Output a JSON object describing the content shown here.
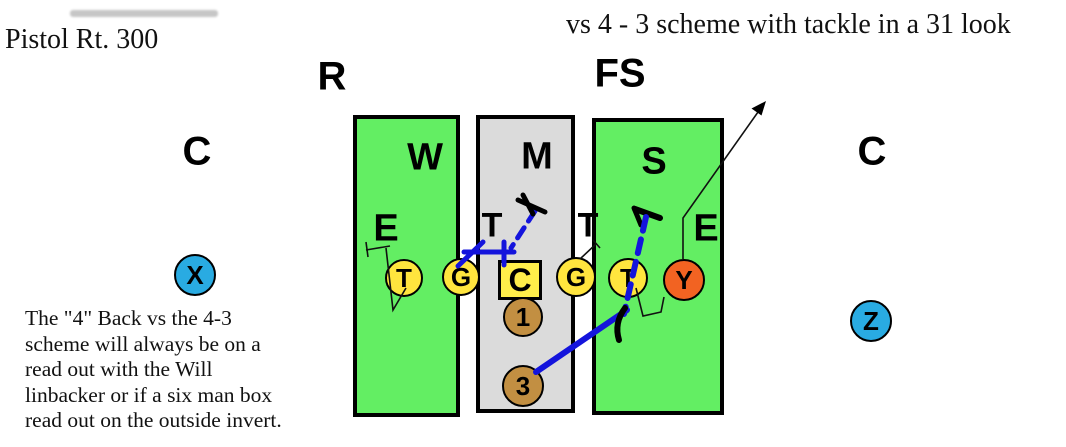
{
  "titles": {
    "left": "Pistol Rt. 300",
    "right": "vs 4 - 3 scheme with tackle in a 31 look"
  },
  "note": {
    "lines": [
      "The \"4\" Back vs the 4-3",
      "scheme will always be on a",
      "read out with the Will",
      "linbacker or if a six man box",
      "read out on the outside invert."
    ]
  },
  "defense": {
    "rover": "R",
    "free_safety": "FS",
    "corner_left": "C",
    "corner_right": "C",
    "will": "W",
    "mike": "M",
    "sam": "S",
    "end_left": "E",
    "end_right": "E",
    "tackle_left": "T",
    "tackle_right": "T"
  },
  "offense": {
    "x_receiver": "X",
    "z_receiver": "Z",
    "y_tight_end": "Y",
    "left_tackle": "T",
    "left_guard": "G",
    "center": "C",
    "right_guard": "G",
    "right_tackle": "T",
    "back_1": "1",
    "back_3": "3"
  },
  "colors": {
    "box_green": "#63EE63",
    "box_gray": "#DBDBDB",
    "lineman_yellow": "#FFE53E",
    "center_yellow": "#FFEE4A",
    "receiver_blue": "#29ABE2",
    "tight_end_orange": "#F26322",
    "back_brown": "#C28F42",
    "route_blue": "#1414DC"
  }
}
